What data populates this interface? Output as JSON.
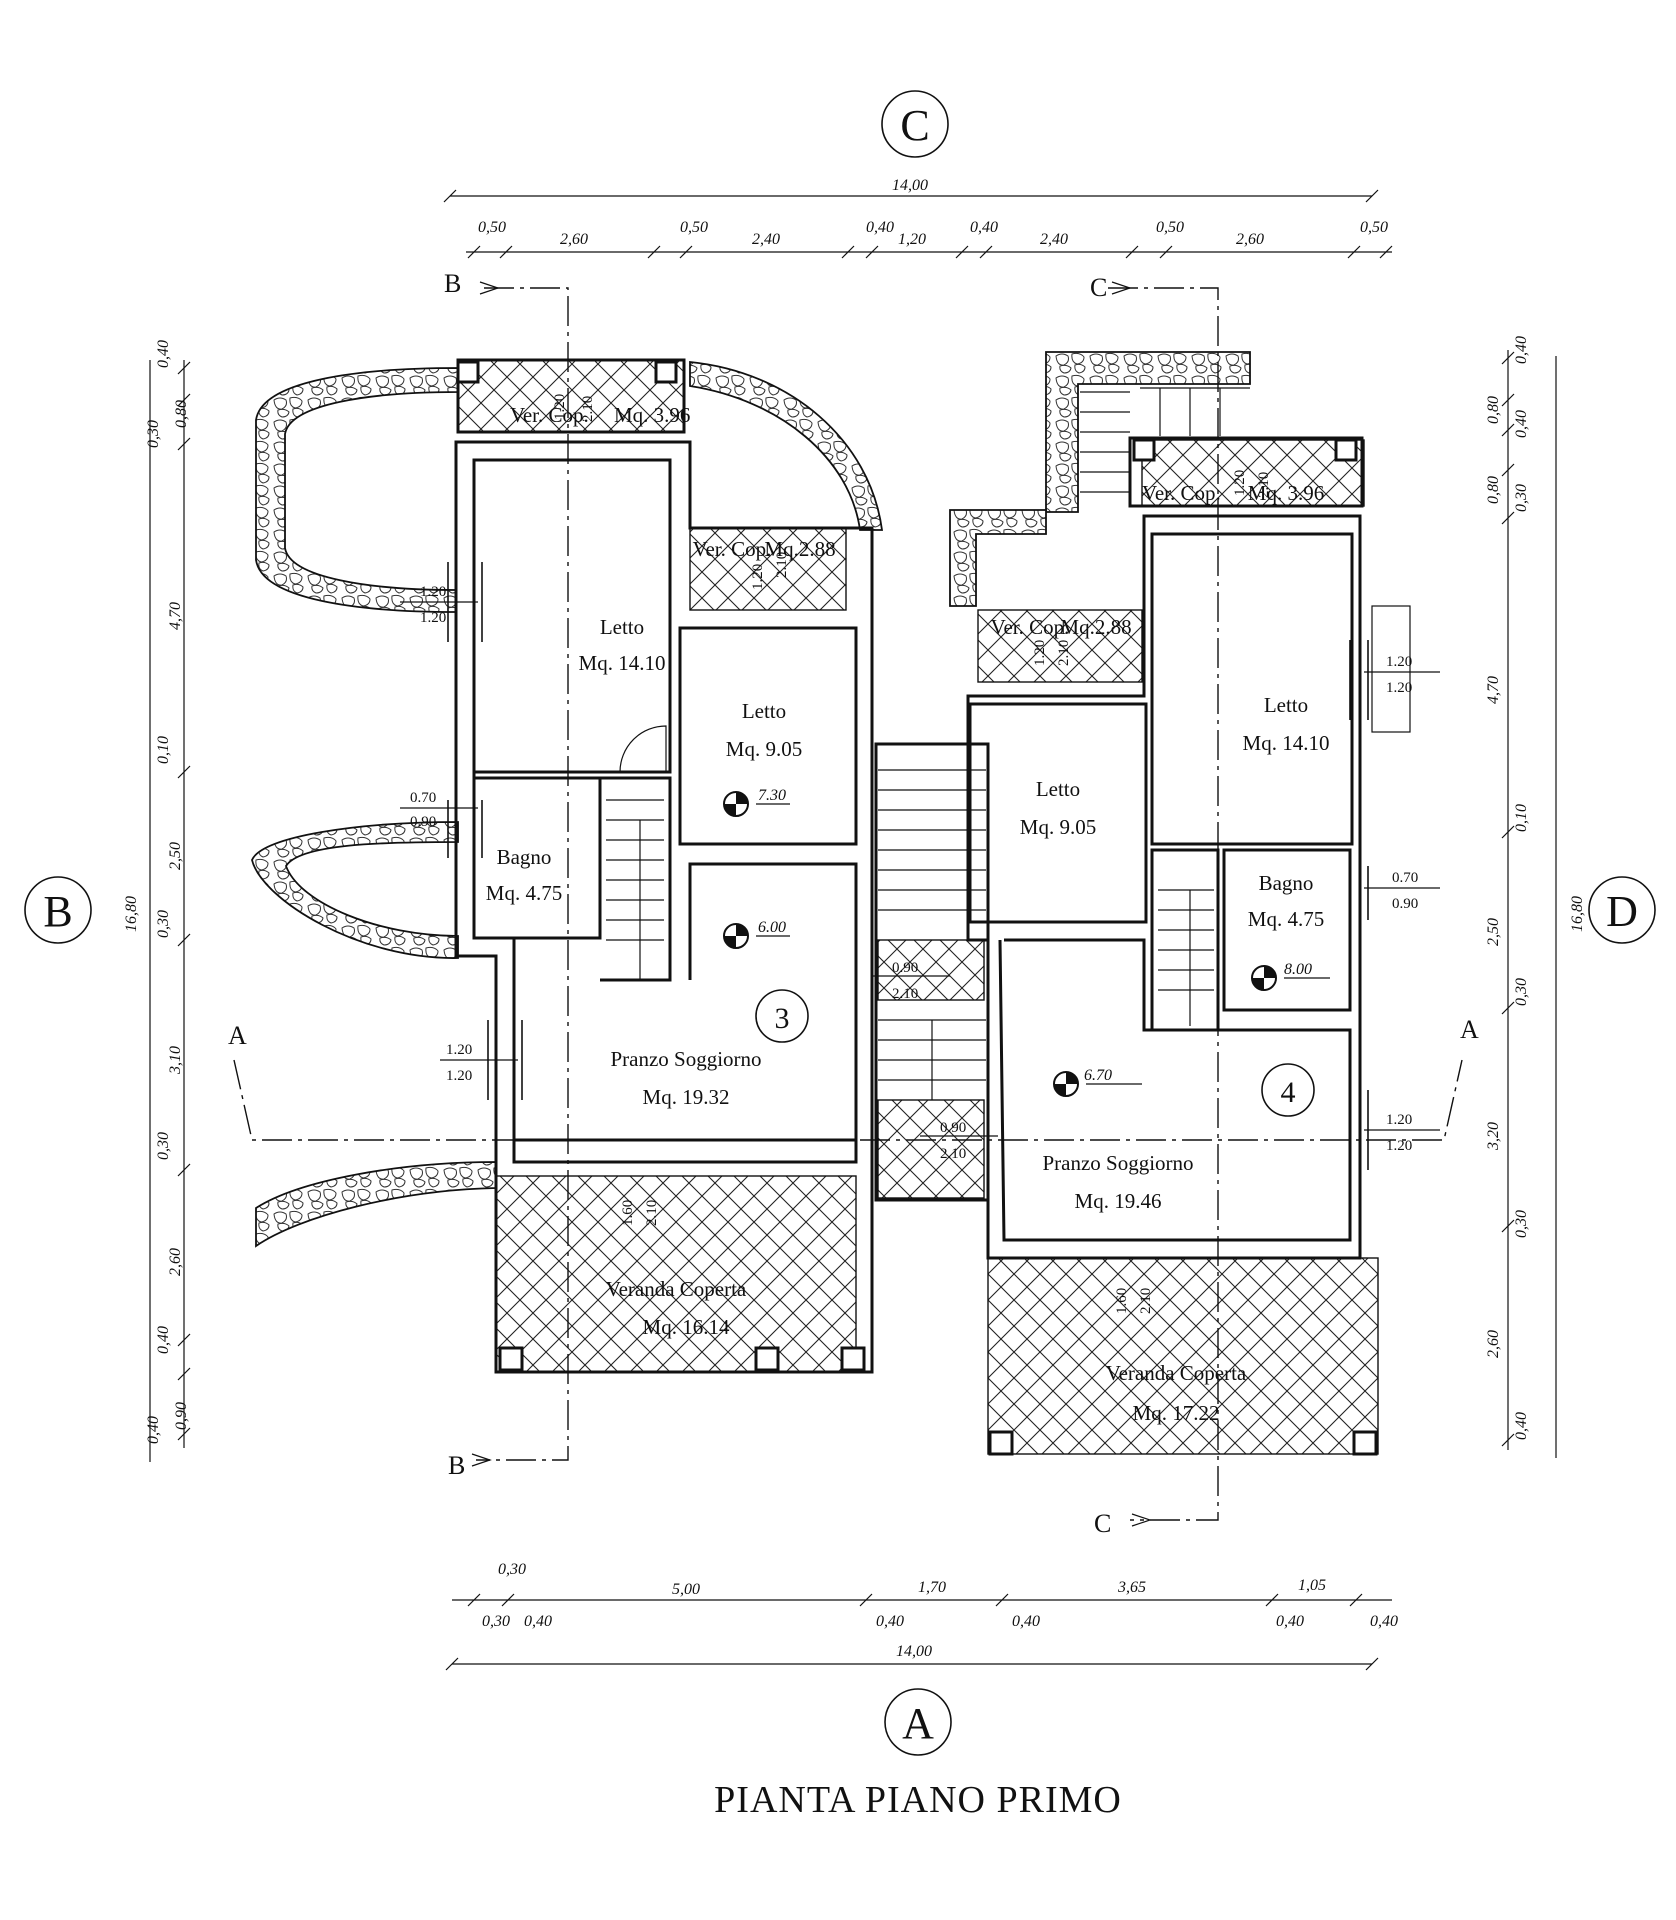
{
  "title": "PIANTA PIANO PRIMO",
  "axis_markers": {
    "top": "C",
    "bottom": "A",
    "left": "B",
    "right": "D"
  },
  "section_markers": {
    "b": "B",
    "c": "C",
    "a": "A"
  },
  "units": {
    "left": "3",
    "right": "4"
  },
  "rooms": {
    "left_ver_cop_top": {
      "name": "Ver. Cop.",
      "area": "Mq. 3.96",
      "w": "1.20",
      "h": "2.10"
    },
    "left_ver_cop_mid": {
      "name": "Ver. Cop.",
      "area": "Mq.2.88",
      "w": "1.20",
      "h": "2.10"
    },
    "left_letto_big": {
      "name": "Letto",
      "area": "Mq. 14.10"
    },
    "left_letto_small": {
      "name": "Letto",
      "area": "Mq. 9.05",
      "level": "7.30"
    },
    "left_bagno": {
      "name": "Bagno",
      "area": "Mq. 4.75"
    },
    "left_pranzo": {
      "name": "Pranzo Soggiorno",
      "area": "Mq. 19.32",
      "level": "6.00"
    },
    "left_veranda": {
      "name": "Veranda Coperta",
      "area": "Mq. 16.14",
      "w": "1.60",
      "h": "2.10"
    },
    "right_ver_cop_top": {
      "name": "Ver. Cop.",
      "area": "Mq. 3.96",
      "w": "1.20",
      "h": "2.10"
    },
    "right_ver_cop_mid": {
      "name": "Ver. Cop.",
      "area": "Mq.2.88",
      "w": "1.20",
      "h": "2.10"
    },
    "right_letto_big": {
      "name": "Letto",
      "area": "Mq. 14.10"
    },
    "right_letto_small": {
      "name": "Letto",
      "area": "Mq. 9.05"
    },
    "right_bagno": {
      "name": "Bagno",
      "area": "Mq. 4.75",
      "level": "8.00"
    },
    "right_pranzo": {
      "name": "Pranzo Soggiorno",
      "area": "Mq. 19.46",
      "level": "6.70"
    },
    "right_veranda": {
      "name": "Veranda Coperta",
      "area": "Mq. 17.22",
      "w": "1.60",
      "h": "2.10"
    }
  },
  "openings": {
    "l_win_letto": [
      "1.20",
      "1.20"
    ],
    "l_win_bagno": [
      "0.70",
      "0.90"
    ],
    "l_win_pranzo": [
      "1.20",
      "1.20"
    ],
    "stair_upper": [
      "0.90",
      "2.10"
    ],
    "stair_lower": [
      "0.90",
      "2.10"
    ],
    "r_win_letto": [
      "1.20",
      "1.20"
    ],
    "r_win_bagno": [
      "0.70",
      "0.90"
    ],
    "r_win_pranzo": [
      "1.20",
      "1.20"
    ]
  },
  "dimensions": {
    "top_total": "14,00",
    "top_parts": [
      "0,50",
      "2,60",
      "0,50",
      "2,40",
      "0,40",
      "1,20",
      "0,40",
      "2,40",
      "0,50",
      "2,60",
      "0,50"
    ],
    "bottom_total": "14,00",
    "bottom_upper": [
      "0,30",
      "5,00",
      "1,70",
      "3,65",
      "1,05"
    ],
    "bottom_lower": [
      "0,30",
      "0,40",
      "0,40",
      "0,40",
      "0,40",
      "0,40"
    ],
    "left_total": "16,80",
    "left_parts": [
      "0,40",
      "0,80",
      "0,30",
      "4,70",
      "0,10",
      "2,50",
      "0,30",
      "3,10",
      "0,30",
      "2,60",
      "0,40",
      "0,90",
      "0,40"
    ],
    "right_total": "16,80",
    "right_parts": [
      "0,40",
      "0,80",
      "0,40",
      "0,80",
      "0,30",
      "4,70",
      "0,10",
      "2,50",
      "0,30",
      "3,20",
      "0,30",
      "2,60",
      "0,40"
    ]
  }
}
